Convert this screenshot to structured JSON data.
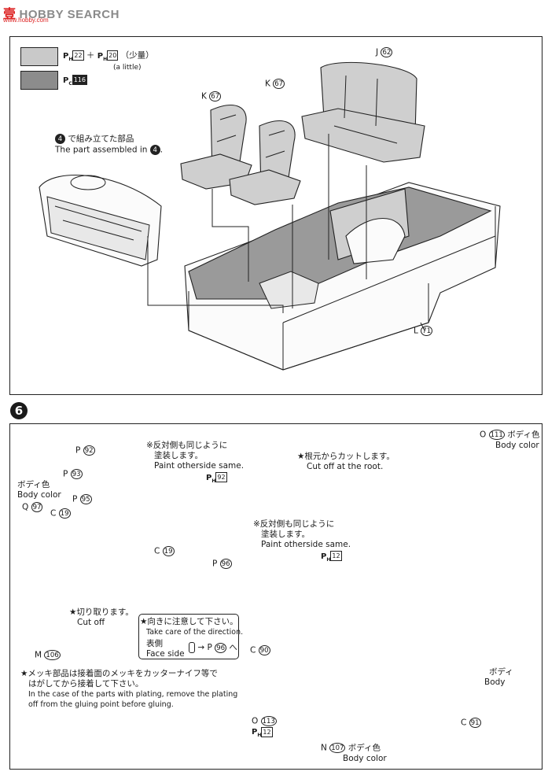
{
  "watermark": {
    "logo": "壹",
    "brand": "HOBBY SEARCH",
    "sub": "www.hobby.com"
  },
  "legend": [
    {
      "id": "light",
      "color": "#c9c9c9",
      "code_a": "H",
      "num_a": "22",
      "code_b": "H",
      "num_b": "20",
      "jp": "（少量）",
      "en": "(a little)"
    },
    {
      "id": "dark",
      "color": "#8c8c8c",
      "code_a": "C",
      "num_a": "116"
    }
  ],
  "part_prefix": "P",
  "plus_sign": "＋",
  "top_panel": {
    "assembled_note_jp": "で組み立てた部品",
    "assembled_note_en": "The part assembled in",
    "assembled_step": "4",
    "period": ".",
    "parts": [
      {
        "letter": "J",
        "num": "62"
      },
      {
        "letter": "K",
        "num": "67"
      },
      {
        "letter": "K",
        "num": "67"
      },
      {
        "letter": "L",
        "num": "71"
      }
    ]
  },
  "step6": {
    "step_number": "6",
    "notes": {
      "otherside1_jp1": "※反対側も同じように",
      "otherside1_jp2": "塗装します。",
      "otherside1_en": "Paint otherside same.",
      "otherside1_code": "H",
      "otherside1_num": "92",
      "otherside2_jp1": "※反対側も同じように",
      "otherside2_jp2": "塗装します。",
      "otherside2_en": "Paint otherside same.",
      "otherside2_code": "H",
      "otherside2_num": "12",
      "root_jp": "★根元からカットします。",
      "root_en": "Cut off at the root.",
      "cutoff_jp": "★切り取ります。",
      "cutoff_en": "Cut off",
      "direction_jp": "★向きに注意して下さい。",
      "direction_en": "Take care of the direction.",
      "face_jp": "表側",
      "face_en": "Face side",
      "face_arrow": "→",
      "face_to": "へ",
      "face_part": "P",
      "face_num": "96",
      "plating_jp1": "★メッキ部品は接着面のメッキをカッターナイフ等で",
      "plating_jp2": "はがしてから接着して下さい。",
      "plating_en1": "In the case of the parts with plating, remove the plating",
      "plating_en2": "off from the gluing point before gluing."
    },
    "body_color_jp": "ボディ色",
    "body_color_en": "Body color",
    "body_label_jp": "ボディ",
    "body_label_en": "Body",
    "parts": {
      "p92": {
        "letter": "P",
        "num": "92"
      },
      "p93": {
        "letter": "P",
        "num": "93"
      },
      "p95": {
        "letter": "P",
        "num": "95"
      },
      "q97": {
        "letter": "Q",
        "num": "97"
      },
      "c19a": {
        "letter": "C",
        "num": "19"
      },
      "c19b": {
        "letter": "C",
        "num": "19"
      },
      "p96": {
        "letter": "P",
        "num": "96"
      },
      "m106": {
        "letter": "M",
        "num": "106"
      },
      "o111": {
        "letter": "O",
        "num": "111"
      },
      "c90": {
        "letter": "C",
        "num": "90"
      },
      "c91": {
        "letter": "C",
        "num": "91"
      },
      "o113": {
        "letter": "O",
        "num": "113",
        "code": "H",
        "code_num": "12"
      },
      "n107": {
        "letter": "N",
        "num": "107"
      }
    }
  }
}
